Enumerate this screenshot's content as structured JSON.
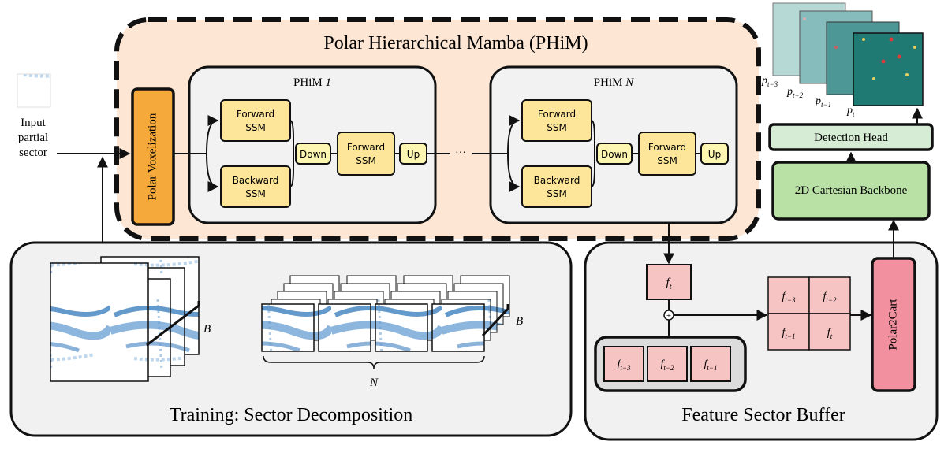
{
  "phim": {
    "title": "Polar Hierarchical Mamba (PHiM)",
    "voxelization": "Polar Voxelization",
    "block1_title": "PHiM",
    "block1_index": "1",
    "blockN_title": "PHiM",
    "blockN_index": "N",
    "forward_ssm_line1": "Forward",
    "forward_ssm_line2": "SSM",
    "backward_ssm_line1": "Backward",
    "backward_ssm_line2": "SSM",
    "down": "Down",
    "up": "Up",
    "ellipsis": "···"
  },
  "input": {
    "line1": "Input",
    "line2": "partial",
    "line3": "sector"
  },
  "training": {
    "title": "Training: Sector Decomposition",
    "b_label_1": "B",
    "b_label_2": "B",
    "n_label": "N"
  },
  "buffer": {
    "title": "Feature Sector Buffer",
    "ft": "f",
    "ft_sub": "t",
    "f_t3": "f",
    "f_t3_sub": "t−3",
    "f_t2": "f",
    "f_t2_sub": "t−2",
    "f_t1": "f",
    "f_t1_sub": "t−1",
    "polar2cart": "Polar2Cart",
    "plus": "+"
  },
  "head": {
    "detection": "Detection Head",
    "backbone": "2D Cartesian Backbone",
    "p_t3": "p",
    "p_t3_sub": "t−3",
    "p_t2": "p",
    "p_t2_sub": "t−2",
    "p_t1": "p",
    "p_t1_sub": "t−1",
    "p_t": "p",
    "p_t_sub": "t"
  },
  "colors": {
    "phim_bg": "#fde6d4",
    "voxel": "#f6a93b",
    "ssm": "#fde69a",
    "updown": "#fdf6b3",
    "block_bg": "#f2f2f2",
    "panel_bg": "#f1f1f1",
    "feature": "#f7c4c4",
    "polar2cart": "#f3909f",
    "backbone": "#b9e0a5",
    "detection": "#d6ecd4",
    "lidar": "#3d7fbf"
  }
}
